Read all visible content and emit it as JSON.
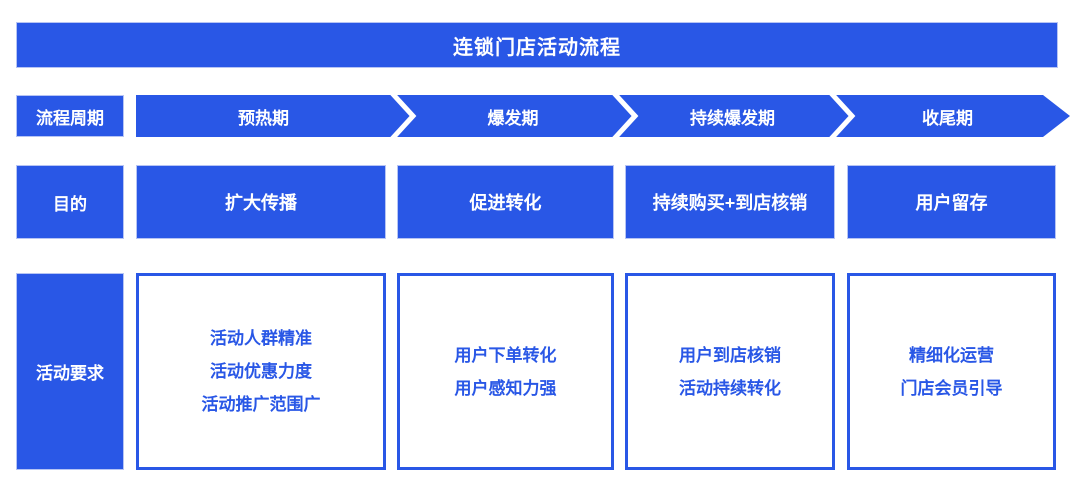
{
  "title": "连锁门店活动流程",
  "colors": {
    "primary_blue": "#2957E6",
    "text_on_blue": "#FFFFFF",
    "box_text_blue": "#2957E6"
  },
  "cycle": {
    "label": "流程周期",
    "phases": [
      "预热期",
      "爆发期",
      "持续爆发期",
      "收尾期"
    ]
  },
  "purpose": {
    "label": "目的",
    "boxes": [
      "扩大传播",
      "促进转化",
      "持续购买+到店核销",
      "用户留存"
    ]
  },
  "requirements": {
    "label": "活动要求",
    "boxes": [
      {
        "lines": [
          "活动人群精准",
          "活动优惠力度",
          "活动推广范围广"
        ]
      },
      {
        "lines": [
          "用户下单转化",
          "用户感知力强"
        ]
      },
      {
        "lines": [
          "用户到店核销",
          "活动持续转化"
        ]
      },
      {
        "lines": [
          "精细化运营",
          "门店会员引导"
        ]
      }
    ]
  }
}
